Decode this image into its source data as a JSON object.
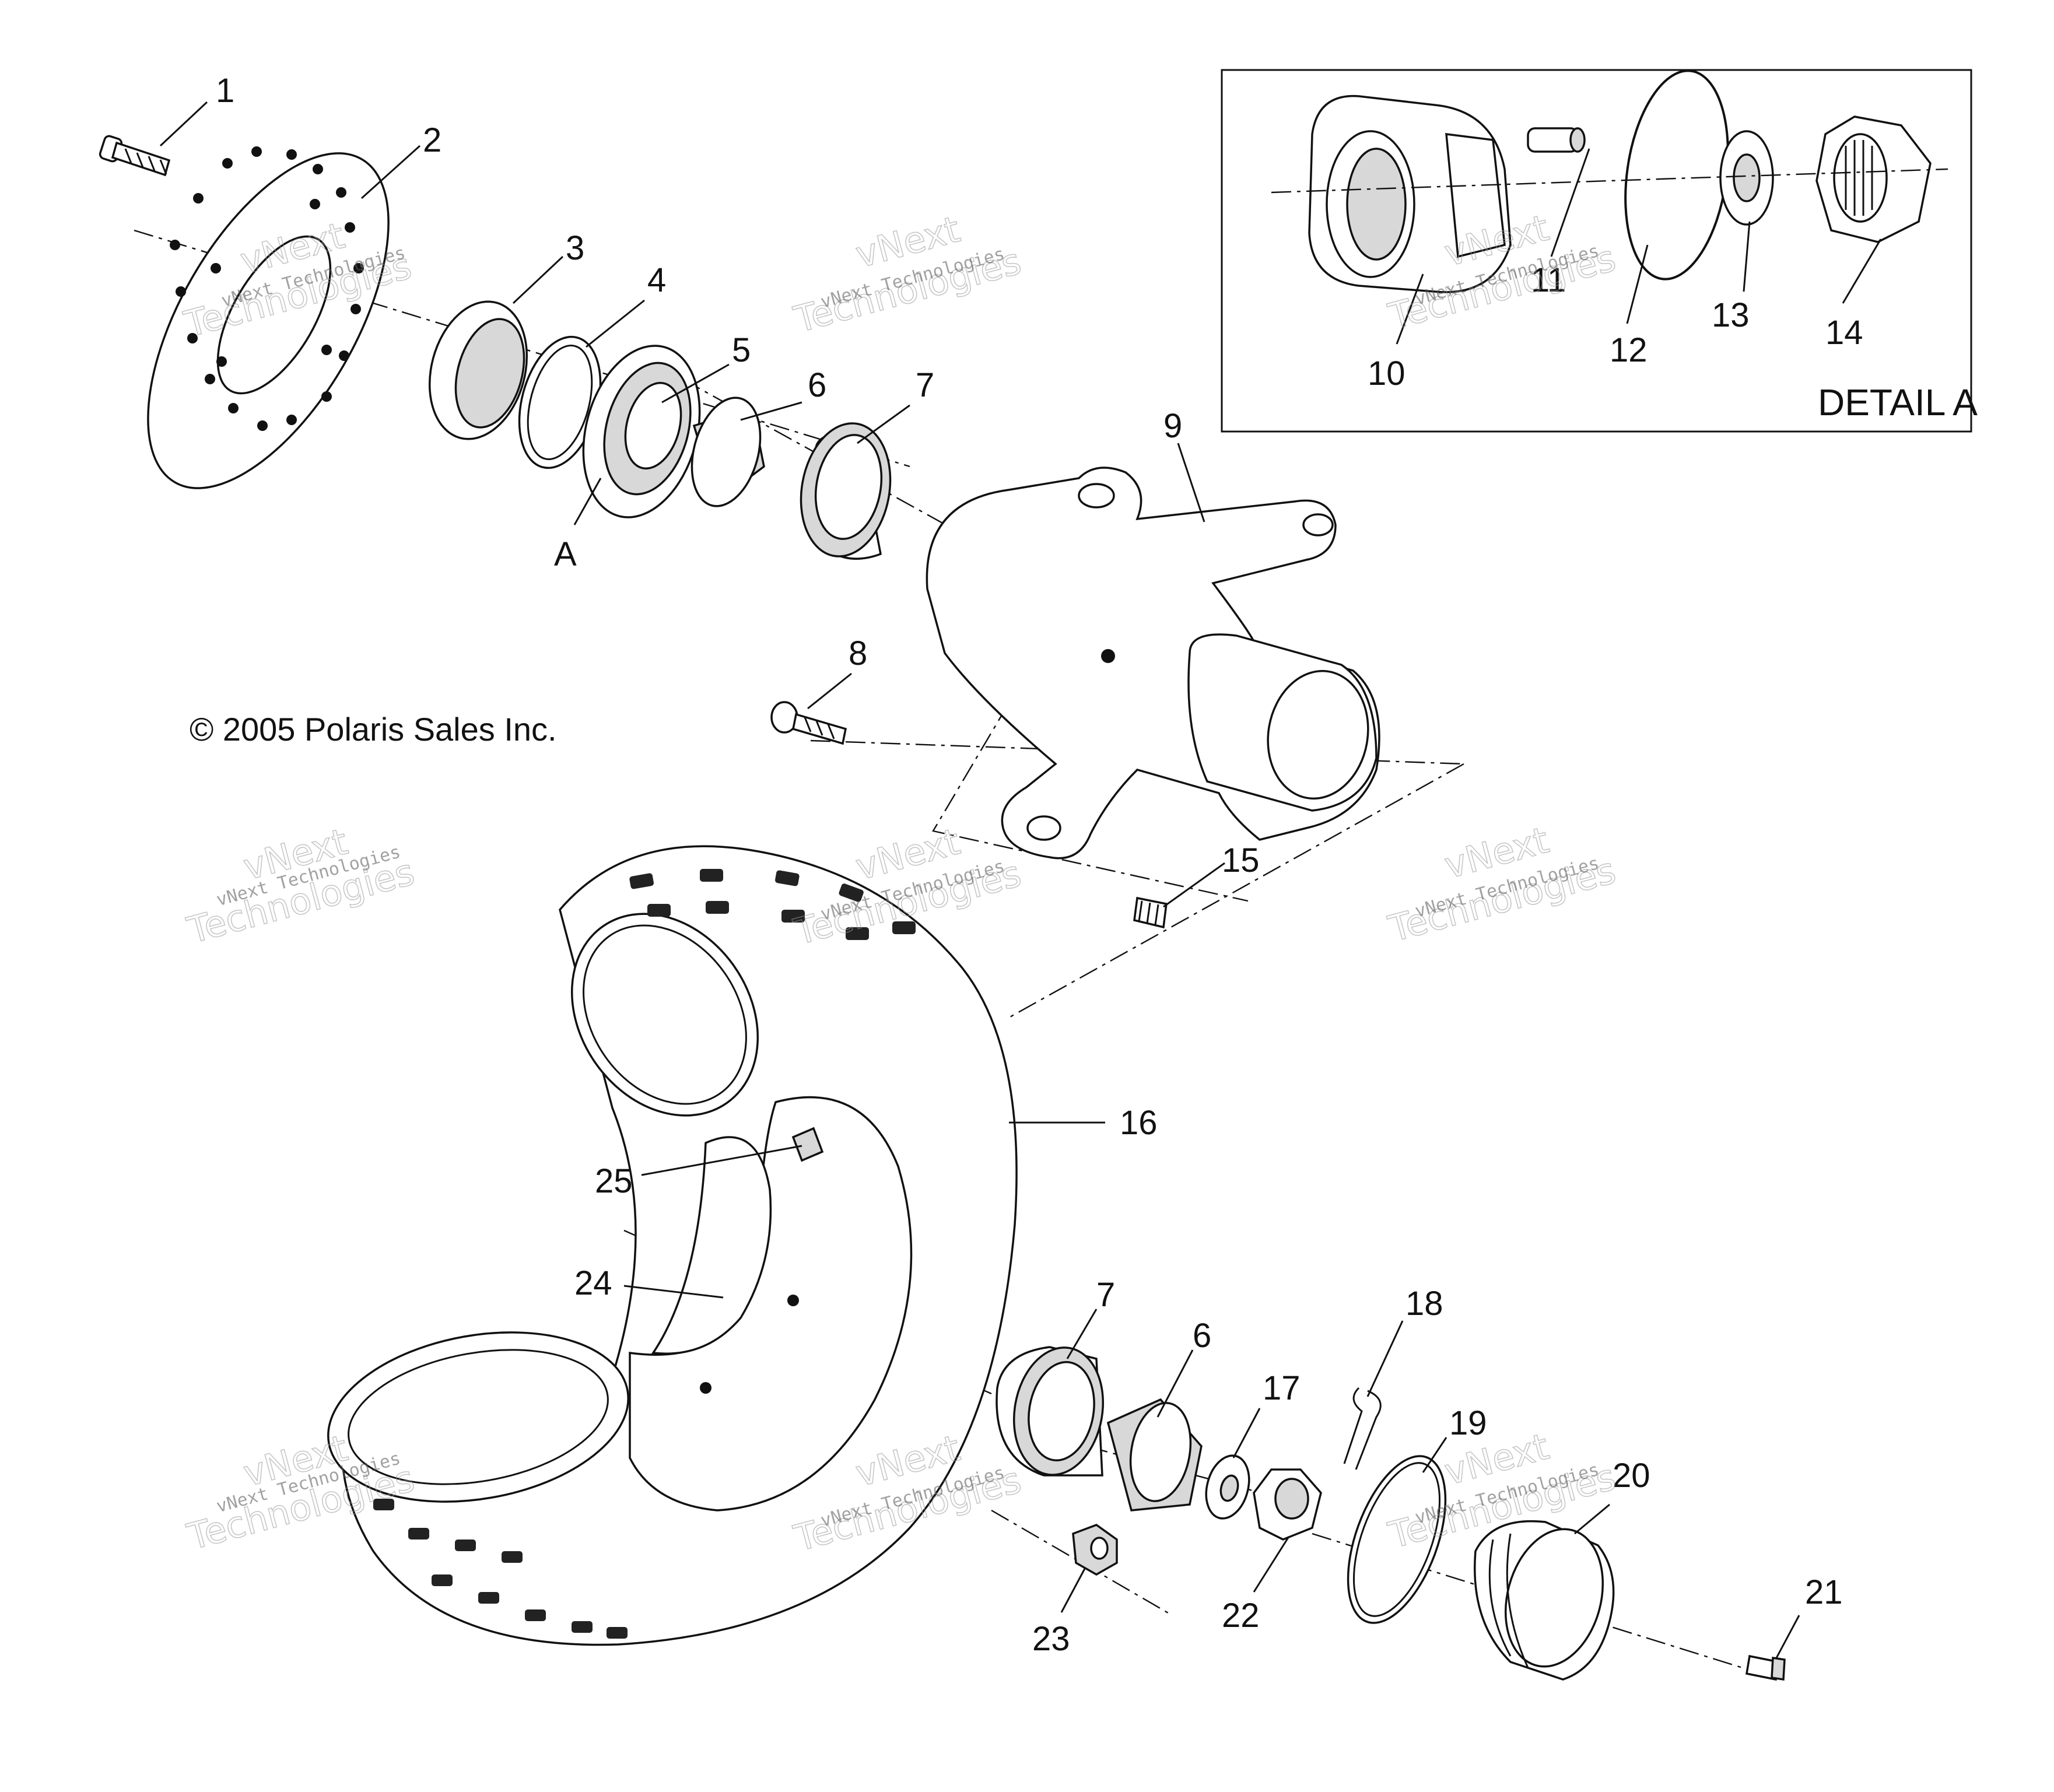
{
  "copyright": "© 2005 Polaris Sales Inc.",
  "detail_box": {
    "title": "DETAIL A"
  },
  "callouts": {
    "c1": "1",
    "c2": "2",
    "c3": "3",
    "c4": "4",
    "c5": "5",
    "c6a": "6",
    "c7a": "7",
    "cA": "A",
    "c8": "8",
    "c9": "9",
    "c10": "10",
    "c11": "11",
    "c12": "12",
    "c13": "13",
    "c14": "14",
    "c15": "15",
    "c16": "16",
    "c17": "17",
    "c18": "18",
    "c19": "19",
    "c20": "20",
    "c21": "21",
    "c22": "22",
    "c23": "23",
    "c24": "24",
    "c25": "25",
    "c6b": "6",
    "c7b": "7"
  },
  "watermark": {
    "line1": "vNext",
    "line2": "Technologies",
    "small": "vNext Technologies"
  },
  "icons": [
    "copyright-symbol",
    "bolt-icon",
    "brake-disc-icon",
    "tire-icon",
    "hub-icon",
    "nut-icon"
  ]
}
